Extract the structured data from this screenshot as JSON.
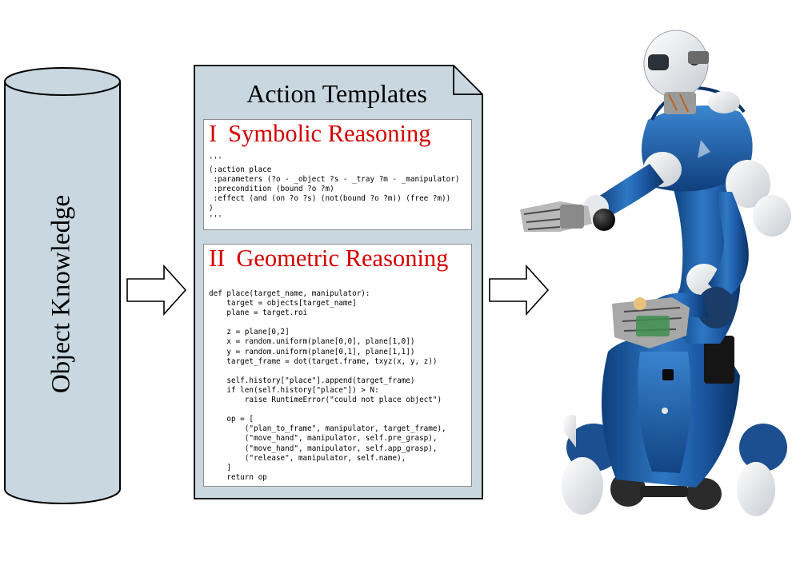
{
  "database": {
    "label": "Object Knowledge"
  },
  "document": {
    "title": "Action Templates",
    "sections": [
      {
        "numeral": "I",
        "heading": "Symbolic Reasoning",
        "code": "'''\n(:action place\n :parameters (?o - _object ?s - _tray ?m - _manipulator)\n :precondition (bound ?o ?m)\n :effect (and (on ?o ?s) (not(bound ?o ?m)) (free ?m))\n)\n'''"
      },
      {
        "numeral": "II",
        "heading": "Geometric Reasoning",
        "code": "def place(target_name, manipulator):\n    target = objects[target_name]\n    plane = target.roi\n\n    z = plane[0,2]\n    x = random.uniform(plane[0,0], plane[1,0])\n    y = random.uniform(plane[0,1], plane[1,1])\n    target_frame = dot(target.frame, txyz(x, y, z))\n\n    self.history[\"place\"].append(target_frame)\n    if len(self.history[\"place\"]) > N:\n        raise RuntimeError(\"could not place object\")\n\n    op = [\n        (\"plan_to_frame\", manipulator, target_frame),\n        (\"move_hand\", manipulator, self.pre_grasp),\n        (\"move_hand\", manipulator, self.app_grasp),\n        (\"release\", manipulator, self.name),\n    ]\n    return op"
      }
    ]
  },
  "colors": {
    "cylinder_fill": "#c9d7e0",
    "document_fill": "#c9d7e0",
    "heading_red": "#d40000",
    "robot_blue": "#1f5fa8"
  },
  "image": {
    "subject": "humanoid robot on wheeled base"
  }
}
